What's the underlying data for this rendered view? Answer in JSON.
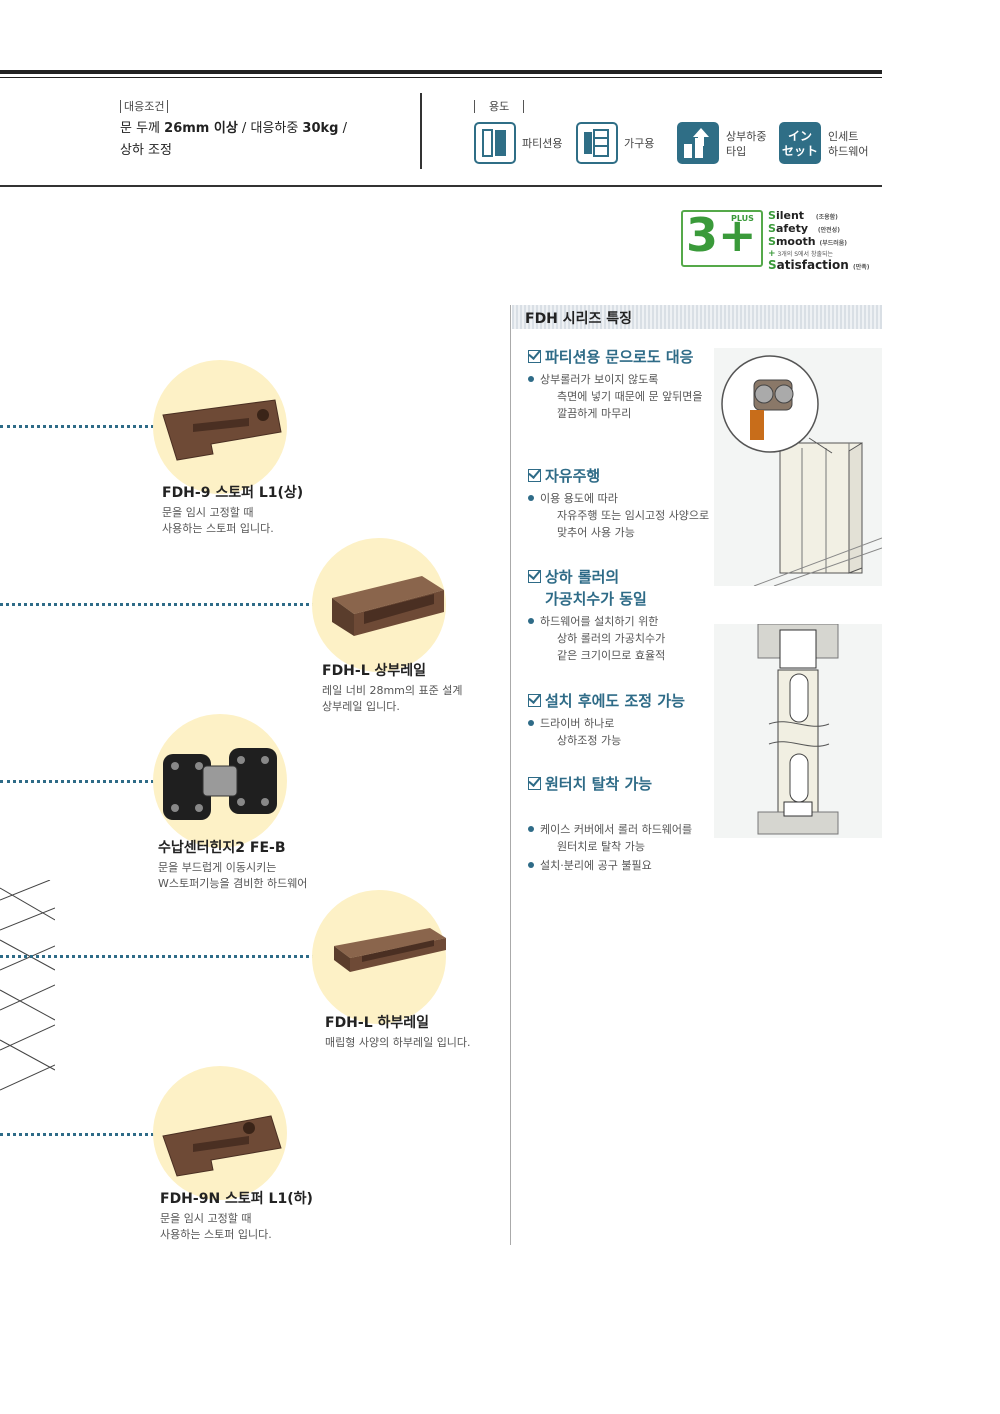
{
  "conditions": {
    "tag": "대응조건",
    "line1_prefix": "문 두께 ",
    "line1_thickness": "26mm 이상",
    "line1_mid": " / 대응하중 ",
    "line1_load": "30kg",
    "line1_suffix": "  /",
    "line2": "상하 조정"
  },
  "usage": {
    "tag": "용도",
    "items": [
      {
        "label": "파티션용",
        "icon": "partition-door-icon"
      },
      {
        "label": "가구용",
        "icon": "furniture-cabinet-icon"
      },
      {
        "label_line1": "상부하중",
        "label_line2": "타입",
        "icon": "top-load-icon"
      },
      {
        "badge_line1": "イン",
        "badge_line2": "セット",
        "label_line1": "인세트",
        "label_line2": "하드웨어",
        "icon": "inset-badge-icon"
      }
    ]
  },
  "logo": {
    "main": "3+",
    "plus_label": "PLUS",
    "words": [
      {
        "initial": "S",
        "rest": "ilent",
        "note": "(조용함)"
      },
      {
        "initial": "S",
        "rest": "afety",
        "note": "(안전성)"
      },
      {
        "initial": "S",
        "rest": "mooth",
        "note": "(부드러움)"
      }
    ],
    "plus_note": "3개의 S에서 창출되는",
    "final": {
      "initial": "S",
      "rest": "atisfaction",
      "note": "(만족)"
    }
  },
  "features": {
    "heading": "FDH 시리즈 특징",
    "items": [
      {
        "title": "파티션용 문으로도 대응",
        "bullets": [
          "상부롤러가 보이지 않도록",
          "측면에 넣기 때문에 문 앞뒤면을",
          "깔끔하게 마무리"
        ]
      },
      {
        "title": "자유주행",
        "bullets": [
          "이용 용도에 따라",
          "자유주행 또는 임시고정 사양으로",
          "맞추어 사용 가능"
        ]
      },
      {
        "title_line1": "상하 롤러의",
        "title_line2": "가공치수가 동일",
        "bullets": [
          "하드웨어를 설치하기 위한",
          "상하 롤러의 가공치수가",
          "같은 크기이므로 효율적"
        ]
      },
      {
        "title": "설치 후에도 조정 가능",
        "bullets": [
          "드라이버 하나로",
          "상하조정 가능"
        ]
      },
      {
        "title": "원터치 탈착 가능",
        "bullets": [
          "케이스 커버에서 롤러 하드웨어를",
          "원터치로 탈착 가능",
          "설치·분리에 공구 불필요"
        ]
      }
    ]
  },
  "products": [
    {
      "title": "FDH-9 스토퍼 L1(상)",
      "desc1": "문을 임시 고정할 때",
      "desc2": "사용하는 스토퍼 입니다."
    },
    {
      "title": "FDH-L 상부레일",
      "desc1": "레일 너비 28mm의 표준 설계",
      "desc2": "상부레일 입니다."
    },
    {
      "title": "수납센터힌지2 FE-B",
      "desc1": "문을 부드럽게 이동시키는",
      "desc2": "W스토퍼기능을 겸비한 하드웨어"
    },
    {
      "title": "FDH-L 하부레일",
      "desc1": "매립형 사양의 하부레일 입니다.",
      "desc2": ""
    },
    {
      "title": "FDH-9N 스토퍼 L1(하)",
      "desc1": "문을 임시 고정할 때",
      "desc2": "사용하는 스토퍼 입니다."
    }
  ],
  "colors": {
    "accent": "#2e6b87",
    "logo_green": "#3a9a3a",
    "circle_bg": "#fdf1c6",
    "product_brown": "#6e4a36"
  }
}
